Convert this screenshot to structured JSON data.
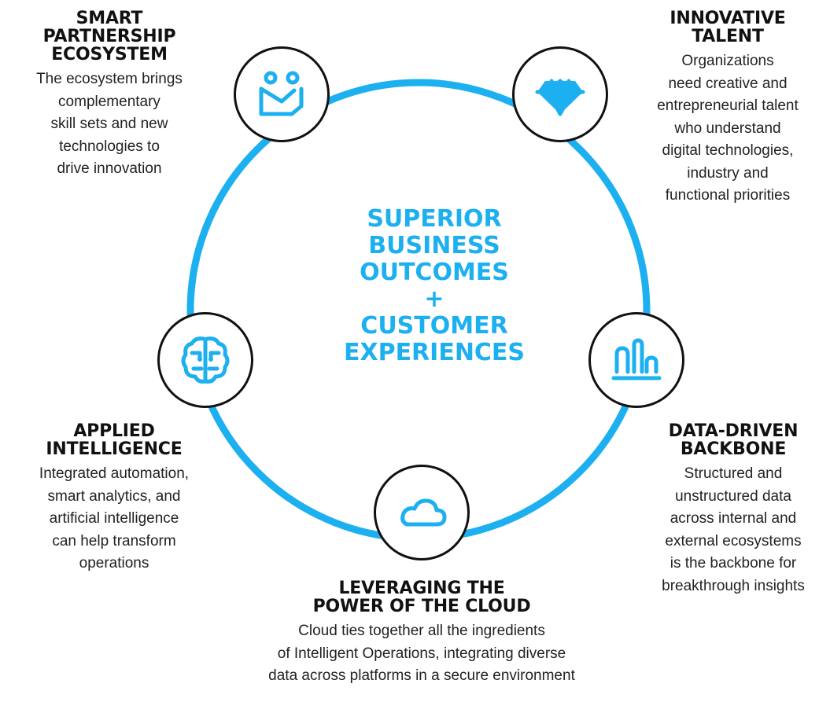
{
  "center": {
    "lines": [
      "SUPERIOR",
      "BUSINESS",
      "OUTCOMES",
      "+",
      "CUSTOMER",
      "EXPERIENCES"
    ]
  },
  "colors": {
    "accent": "#1db0f0",
    "circle_border": "#111111",
    "text": "#222222"
  },
  "nodes": [
    {
      "id": "smart-partnership",
      "icon": "two-people-icon",
      "title": [
        "SMART",
        "PARTNERSHIP",
        "ECOSYSTEM"
      ],
      "description": [
        "The ecosystem brings",
        "complementary",
        "skill sets and new",
        "technologies to",
        "drive innovation"
      ]
    },
    {
      "id": "innovative-talent",
      "icon": "diamond-icon",
      "title": [
        "INNOVATIVE",
        "TALENT"
      ],
      "description": [
        "Organizations",
        "need creative and",
        "entrepreneurial talent",
        "who understand",
        "digital technologies,",
        "industry and",
        "functional priorities"
      ]
    },
    {
      "id": "data-driven-backbone",
      "icon": "bar-chart-icon",
      "title": [
        "DATA-DRIVEN",
        "BACKBONE"
      ],
      "description": [
        "Structured and",
        "unstructured data",
        "across internal and",
        "external ecosystems",
        "is the backbone for",
        "breakthrough insights"
      ]
    },
    {
      "id": "cloud",
      "icon": "cloud-icon",
      "title": [
        "LEVERAGING THE",
        "POWER OF THE CLOUD"
      ],
      "description": [
        "Cloud ties together all the ingredients",
        "of Intelligent Operations, integrating diverse",
        "data across platforms in a secure environment"
      ]
    },
    {
      "id": "applied-intelligence",
      "icon": "brain-circuit-icon",
      "title": [
        "APPLIED",
        "INTELLIGENCE"
      ],
      "description": [
        "Integrated automation,",
        "smart analytics, and",
        "artificial intelligence",
        "can help transform",
        "operations"
      ]
    }
  ]
}
